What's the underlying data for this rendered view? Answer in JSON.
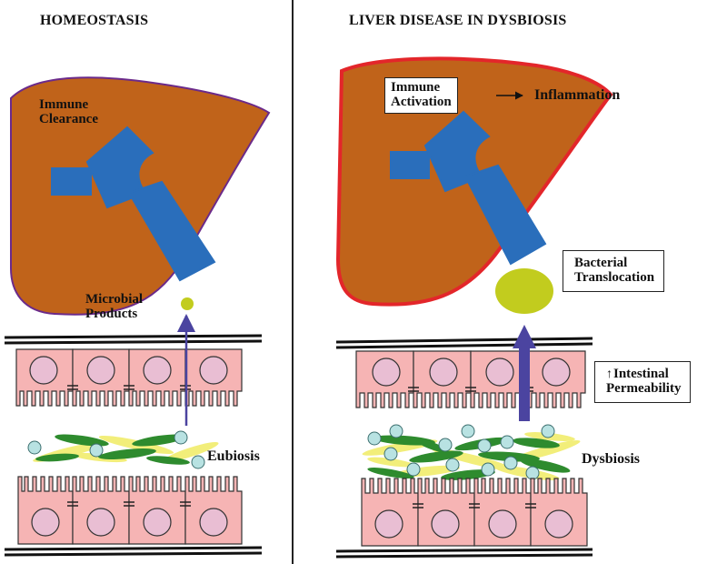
{
  "panels": {
    "left": {
      "title": "HOMEOSTASIS",
      "liver_label": [
        "Immune",
        "Clearance"
      ],
      "product_label": [
        "Microbial",
        "Products"
      ],
      "flora_label": "Eubiosis"
    },
    "right": {
      "title": "LIVER DISEASE IN DYSBIOSIS",
      "activation_label": [
        "Immune",
        "Activation"
      ],
      "outcome_label": "Inflammation",
      "translocation_label": [
        "Bacterial",
        "Translocation"
      ],
      "permeability_label": [
        "Intestinal",
        "Permeability"
      ],
      "flora_label": "Dysbiosis"
    }
  },
  "colors": {
    "liver_fill": "#c0631a",
    "liver_outline_left": "#6b2a8a",
    "liver_outline_right": "#e3262a",
    "vessel": "#2a6ebb",
    "cell_fill": "#f6b4b4",
    "nucleus_fill": "#e9bed3",
    "bacteria_green": "#2e8b2e",
    "yellow_flora": "#f2ee7a",
    "particle": "#c2cc1e",
    "bubble": "#b8e2e2",
    "arrow": "#4b44a0",
    "divider": "#222222"
  }
}
